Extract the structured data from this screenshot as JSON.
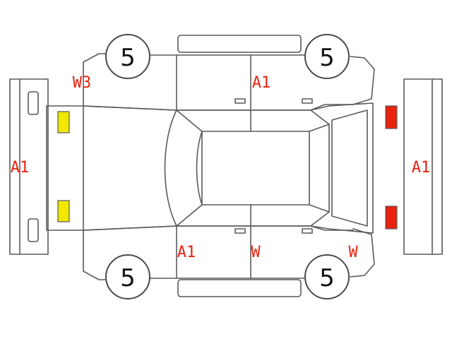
{
  "colors": {
    "outline": "#5a5a5a",
    "label": "#e8220f",
    "front_light": "#f0e800",
    "rear_light": "#e8220f"
  },
  "tires": {
    "front_left": "5",
    "rear_left": "5",
    "front_right": "5",
    "rear_right": "5"
  },
  "labels": {
    "front_left_fender": "W3",
    "roof_left": "A1",
    "front_bumper": "A1",
    "rear_bumper": "A1",
    "front_right_fender": "A1",
    "front_right_door": "W",
    "rear_right_quarter": "W"
  }
}
